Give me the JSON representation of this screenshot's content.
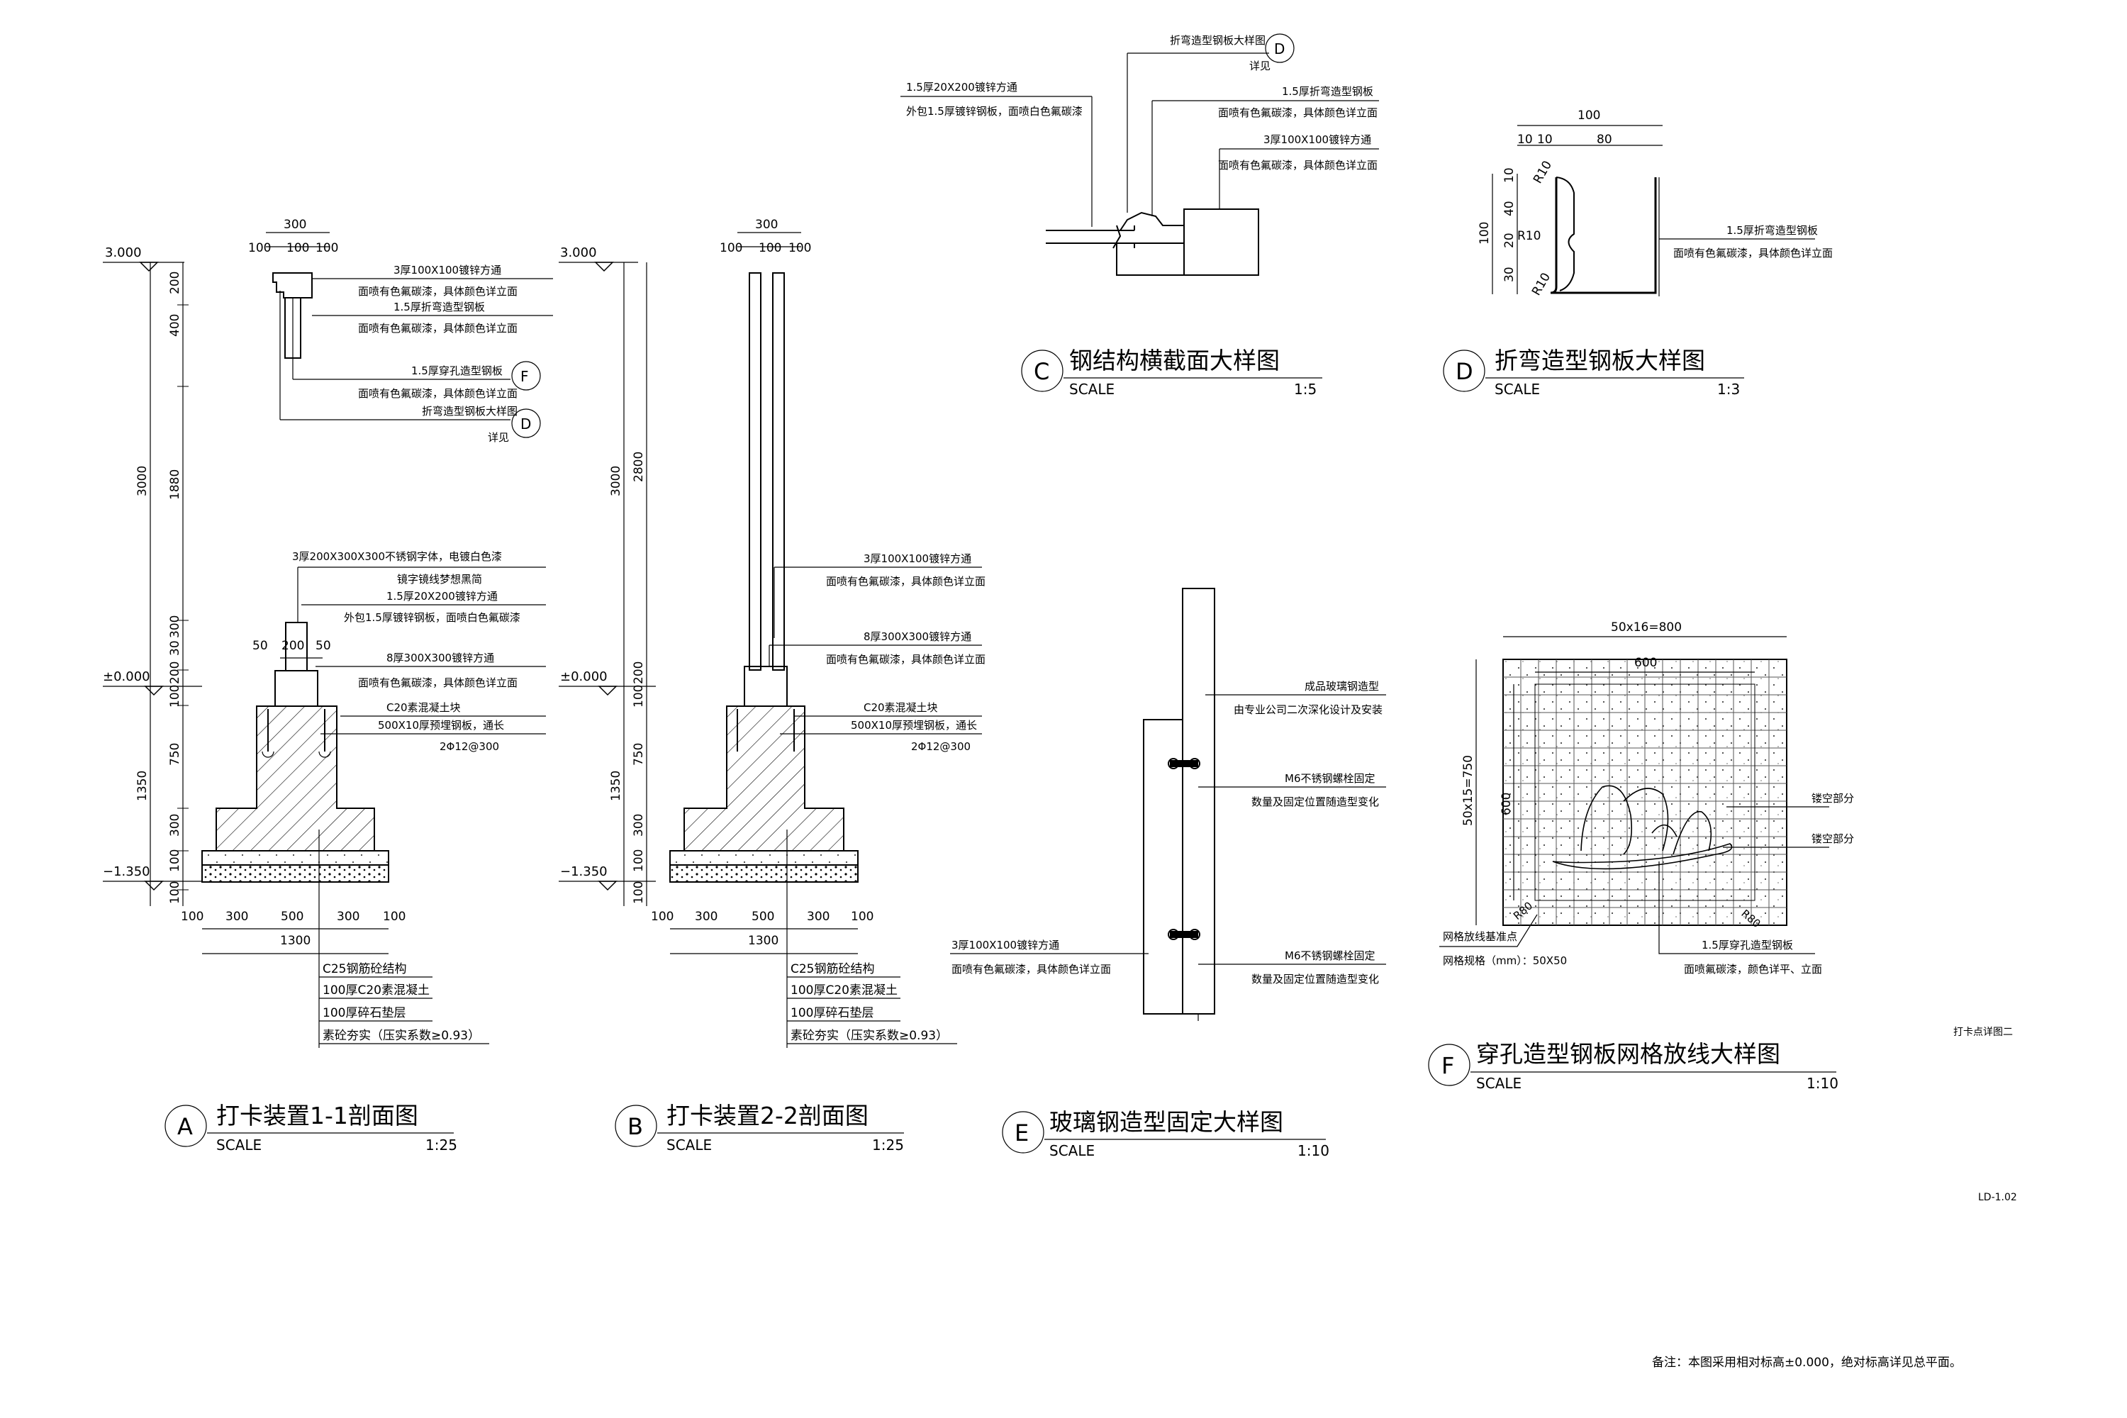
{
  "detail_a": {
    "elev_top": "3.000",
    "elev_zero": "±0.000",
    "elev_bottom": "−1.350",
    "dims_top": [
      "300",
      "100",
      "100",
      "100"
    ],
    "dims_left_outer": [
      "3000",
      "1350"
    ],
    "dims_left_inner": [
      "200",
      "400",
      "1880",
      "300",
      "30",
      "200",
      "100",
      "750",
      "300",
      "100",
      "100"
    ],
    "dims_post": [
      "50",
      "200",
      "50"
    ],
    "dims_bottom": [
      "100",
      "300",
      "500",
      "300",
      "100",
      "1300"
    ],
    "notes_top": [
      "3厚100X100镀锌方通",
      "面喷有色氟碳漆，具体颜色详立面",
      "1.5厚折弯造型钢板",
      "面喷有色氟碳漆，具体颜色详立面",
      "1.5厚穿孔造型钢板",
      "面喷有色氟碳漆，具体颜色详立面",
      "折弯造型钢板大样图",
      "详见"
    ],
    "notes_mid": [
      "3厚200X300X300不锈钢字体，电镀白色漆",
      "镜字镜线梦想黑简",
      "1.5厚20X200镀锌方通",
      "外包1.5厚镀锌钢板，面喷白色氟碳漆",
      "8厚300X300镀锌方通",
      "面喷有色氟碳漆，具体颜色详立面",
      "C20素混凝土块",
      "500X10厚预埋钢板，通长",
      "2Φ12@300"
    ],
    "notes_foundation": [
      "C25钢筋砼结构",
      "100厚C20素混凝土",
      "100厚碎石垫层",
      "素砼夯实（压实系数≥0.93）"
    ],
    "ref_f": "F",
    "ref_d": "D",
    "label": "A",
    "title": "打卡装置1-1剖面图",
    "scale_word": "SCALE",
    "scale": "1:25"
  },
  "detail_b": {
    "elev_top": "3.000",
    "elev_zero": "±0.000",
    "elev_bottom": "−1.350",
    "dims_top": [
      "300",
      "100",
      "100",
      "100"
    ],
    "dims_left_outer": [
      "3000",
      "1350"
    ],
    "dims_left_inner": [
      "2800",
      "200",
      "100",
      "750",
      "300",
      "100",
      "100"
    ],
    "dims_bottom": [
      "100",
      "300",
      "500",
      "300",
      "100",
      "1300"
    ],
    "notes": [
      "3厚100X100镀锌方通",
      "面喷有色氟碳漆，具体颜色详立面",
      "8厚300X300镀锌方通",
      "面喷有色氟碳漆，具体颜色详立面",
      "C20素混凝土块",
      "500X10厚预埋钢板，通长",
      "2Φ12@300"
    ],
    "notes_foundation": [
      "C25钢筋砼结构",
      "100厚C20素混凝土",
      "100厚碎石垫层",
      "素砼夯实（压实系数≥0.93）"
    ],
    "label": "B",
    "title": "打卡装置2-2剖面图",
    "scale_word": "SCALE",
    "scale": "1:25"
  },
  "detail_c": {
    "notes": [
      "折弯造型钢板大样图",
      "详见",
      "1.5厚20X200镀锌方通",
      "外包1.5厚镀锌钢板，面喷白色氟碳漆",
      "1.5厚折弯造型钢板",
      "面喷有色氟碳漆，具体颜色详立面",
      "3厚100X100镀锌方通",
      "面喷有色氟碳漆，具体颜色详立面"
    ],
    "ref_d": "D",
    "label": "C",
    "title": "钢结构横截面大样图",
    "scale_word": "SCALE",
    "scale": "1:5"
  },
  "detail_d": {
    "dims": [
      "100",
      "10",
      "10",
      "80",
      "10",
      "40",
      "20",
      "30",
      "100",
      "R10",
      "R10",
      "R10"
    ],
    "notes": [
      "1.5厚折弯造型钢板",
      "面喷有色氟碳漆，具体颜色详立面"
    ],
    "label": "D",
    "title": "折弯造型钢板大样图",
    "scale_word": "SCALE",
    "scale": "1:3"
  },
  "detail_e": {
    "notes": [
      "成品玻璃钢造型",
      "由专业公司二次深化设计及安装",
      "M6不锈钢螺栓固定",
      "数量及固定位置随造型变化",
      "3厚100X100镀锌方通",
      "面喷有色氟碳漆，具体颜色详立面",
      "M6不锈钢螺栓固定",
      "数量及固定位置随造型变化"
    ],
    "label": "E",
    "title": "玻璃钢造型固定大样图",
    "scale_word": "SCALE",
    "scale": "1:10"
  },
  "detail_f": {
    "dim_top": "50x16=800",
    "dim_inner_top": "600",
    "dim_left": "50x15=750",
    "dim_inner_left": "600",
    "corner_marks": [
      "R80",
      "R80"
    ],
    "notes_right": [
      "镂空部分",
      "镂空部分"
    ],
    "notes_bottom_left": [
      "网格放线基准点",
      "网格规格（mm）：50X50"
    ],
    "notes_bottom_right": [
      "1.5厚穿孔造型钢板",
      "面喷氟碳漆，颜色详平、立面"
    ],
    "label": "F",
    "title": "穿孔造型钢板网格放线大样图",
    "scale_word": "SCALE",
    "scale": "1:10"
  },
  "sheet": {
    "sheet_name": "打卡点详图二",
    "sheet_code": "LD-1.02",
    "remark": "备注：本图采用相对标高±0.000，绝对标高详见总平面。"
  }
}
